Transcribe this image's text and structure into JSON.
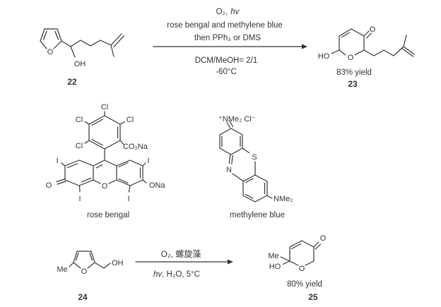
{
  "colors": {
    "ink": "#333333",
    "background": "#ffffff"
  },
  "reaction1": {
    "reactant": {
      "number": "22",
      "furan_o": "O",
      "hydroxyl": "OH"
    },
    "conditions": {
      "oxygen": "O₂,",
      "light": "hv",
      "sensitizers": "rose bengal and methylene blue",
      "workup": "then PPh₃ or DMS",
      "solvent": "DCM/MeOH= 2/1",
      "temperature": "-60°C"
    },
    "product": {
      "number": "23",
      "yield": "83% yield",
      "hemiacetal": "HO",
      "ring_o": "O",
      "ketone_o": "O"
    }
  },
  "photosensitizers": {
    "rose_bengal": {
      "caption": "rose bengal",
      "cl_top": "Cl",
      "cl_upper_left": "Cl",
      "cl_upper_right": "Cl",
      "cl_lower_left": "Cl",
      "carboxylate": "CO₂Na",
      "iodine_upper_left": "I",
      "iodine_upper_right": "I",
      "iodine_lower_left": "I",
      "iodine_lower_right": "I",
      "ketone_o": "O",
      "ether_o": "O",
      "phenolate": "ONa"
    },
    "methylene_blue": {
      "caption": "methylene blue",
      "iminium": "⁺NMe₂ Cl⁻",
      "sulfur": "S",
      "nitrogen": "N",
      "dimethylamino": "NMe₂"
    }
  },
  "reaction2": {
    "reactant": {
      "number": "24",
      "methyl": "Me",
      "furan_o": "O",
      "hydroxymethyl": "OH"
    },
    "conditions": {
      "line1": "O₂, 螺旋藻",
      "light": "hv",
      "line2_rest": ", H₂O, 5°C"
    },
    "product": {
      "number": "25",
      "yield": "80% yield",
      "methyl": "Me",
      "hemiketal": "HO",
      "ring_o": "O",
      "ketone_o": "O"
    }
  }
}
